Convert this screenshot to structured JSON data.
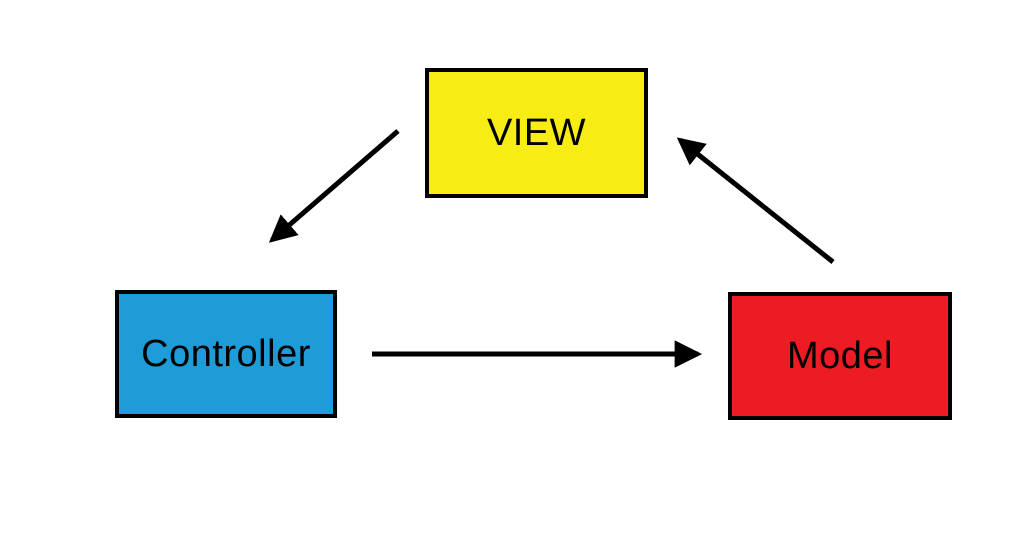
{
  "diagram": {
    "type": "flowchart",
    "nodes": [
      {
        "id": "view",
        "label": "VIEW",
        "fill": "#f7ec13",
        "border": "#000000"
      },
      {
        "id": "controller",
        "label": "Controller",
        "fill": "#1e9cd7",
        "border": "#000000"
      },
      {
        "id": "model",
        "label": "Model",
        "fill": "#ed1c24",
        "border": "#000000"
      }
    ],
    "edges": [
      {
        "from": "VIEW",
        "to": "Controller"
      },
      {
        "from": "Controller",
        "to": "Model"
      },
      {
        "from": "Model",
        "to": "VIEW"
      }
    ],
    "arrow_color": "#000000",
    "background_color": "#ffffff"
  }
}
